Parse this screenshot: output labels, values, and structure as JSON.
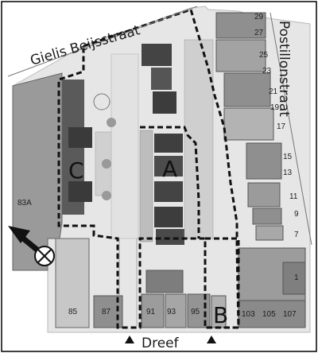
{
  "streets": {
    "gielis": "Gielis Beijsstraat",
    "postillon": "Postillonstraat",
    "dreef": "Dreef"
  },
  "zones": {
    "a": "A",
    "b": "B",
    "c": "C"
  },
  "house_numbers": {
    "postillon": [
      "29",
      "27",
      "25",
      "23",
      "21",
      "19",
      "17",
      "15",
      "13",
      "11",
      "9",
      "7",
      "1"
    ],
    "dreef": [
      "85",
      "87",
      "91",
      "93",
      "95",
      "103",
      "105",
      "107"
    ],
    "west": "83A"
  },
  "colors": {
    "boundary": "#111111",
    "building_dark": "#4a4a4a",
    "building_mid": "#8c8c8c",
    "building_light": "#b7b7b7",
    "lot_fill": "#d9d9d9",
    "arrow": "#111111"
  },
  "icons": {
    "north_arrow": "arrow-up-left-icon",
    "compass": "circle-cross-icon",
    "entrance_markers": "triangle-up-icon"
  }
}
